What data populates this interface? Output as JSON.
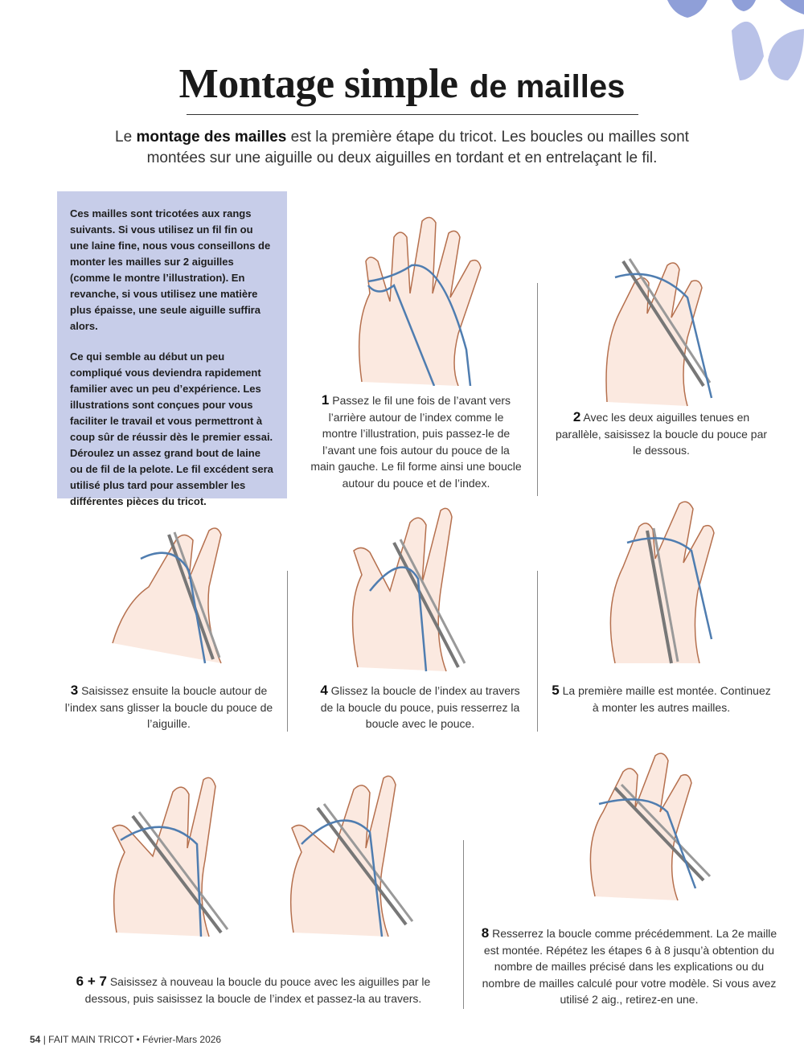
{
  "title": {
    "part1": "Montage simple",
    "part2": "de mailles"
  },
  "intro": {
    "lead": "Le",
    "bold": "montage des mailles",
    "rest": "est la première étape du tricot. Les boucles ou mailles sont montées sur une aiguille ou deux aiguilles en tordant et en entrelaçant le fil."
  },
  "sidebar": {
    "p1": "Ces mailles sont tricotées aux rangs suivants. Si vous utilisez un fil fin ou une laine fine, nous vous conseillons de monter les mailles sur 2 aiguilles (comme le montre l’illustration). En revanche, si vous utilisez une matière plus épaisse, une seule aiguille suffira alors.",
    "p2": "Ce qui semble au début un peu compliqué vous deviendra rapidement familier avec un peu d’expérience. Les illustrations sont conçues pour vous faciliter le travail et vous permettront à coup sûr de réussir dès le premier essai. Déroulez un assez grand bout de laine ou de fil de la pelote. Le fil excédent sera utilisé plus tard pour assembler les différentes pièces du tricot."
  },
  "steps": [
    {
      "num": "1",
      "text": "Passez le fil une fois de l’avant vers l’arrière autour de l’index comme le montre l’illustration, puis passez-le de l’avant une fois autour du pouce de la main gauche. Le fil forme ainsi une boucle autour du pouce et de l’index."
    },
    {
      "num": "2",
      "text": "Avec les deux aiguilles tenues en parallèle, saisissez la boucle du pouce par le dessous."
    },
    {
      "num": "3",
      "text": "Saisissez ensuite la boucle autour de l’index sans glisser la boucle du pouce de l’aiguille."
    },
    {
      "num": "4",
      "text": "Glissez la boucle de l’index au travers de la boucle du pouce, puis resserrez la boucle avec le pouce."
    },
    {
      "num": "5",
      "text": "La première maille est montée. Continuez à monter les autres mailles."
    },
    {
      "num": "6 + 7",
      "text": "Saisissez à nouveau la boucle du pouce avec les aiguilles par le dessous, puis saisissez la boucle de l’index et passez-la au travers."
    },
    {
      "num": "8",
      "text": "Resserrez la boucle comme précédemment. La 2e maille est montée. Répétez les étapes 6 à 8 jusqu’à obtention du nombre de mailles précisé dans les explications ou du nombre de mailles calculé pour votre modèle. Si vous avez utilisé 2 aig., retirez-en une."
    }
  ],
  "footer": {
    "page": "54",
    "separator": "|",
    "magazine": "FAIT MAIN TRICOT",
    "bullet": "•",
    "issue": "Février-Mars 2026"
  },
  "colors": {
    "sidebar_bg": "#c7cde9",
    "yarn": "#4f7db0",
    "leaf_dark": "#8f9fd8",
    "leaf_light": "#b9c2e8",
    "skin_line": "#b5704e"
  },
  "illustrations": [
    "hand-yarn-step-1",
    "hand-needles-step-2",
    "hand-needles-step-3",
    "hand-needles-step-4",
    "hand-needles-step-5",
    "hand-needles-step-6",
    "hand-needles-step-7",
    "hand-needles-step-8"
  ]
}
